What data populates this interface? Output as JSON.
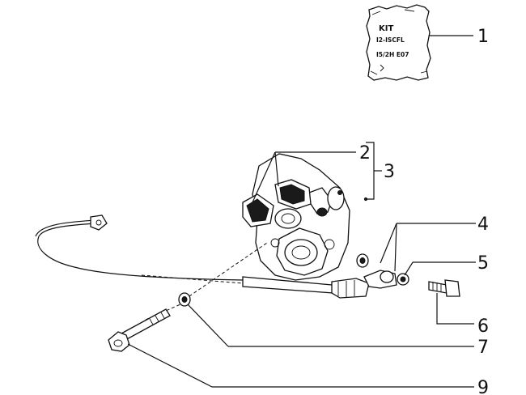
{
  "kit_label": {
    "title": "KIT",
    "line1": "I2-ISCFL",
    "line2": "I5/2H E07"
  },
  "callouts": {
    "c1": "1",
    "c2": "2",
    "c3": "3",
    "c4": "4",
    "c5": "5",
    "c6": "6",
    "c7": "7",
    "c9": "9"
  },
  "colors": {
    "ink": "#111111",
    "background": "#ffffff"
  }
}
